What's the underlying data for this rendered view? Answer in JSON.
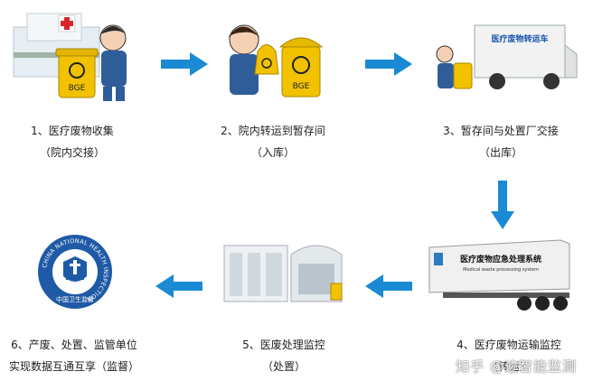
{
  "steps": [
    {
      "label": "1、医疗废物收集",
      "sub": "（院内交接）",
      "bin_text": "BGE"
    },
    {
      "label": "2、院内转运到暂存间",
      "sub": "（入库）",
      "bin_text": "BGE"
    },
    {
      "label": "3、暂存间与处置厂交接",
      "sub": "（出库）",
      "truck_text": "医疗废物转运车"
    },
    {
      "label": "4、医疗废物运输监控",
      "sub": "（转运）",
      "trailer_text": "医疗废物应急处理系统",
      "trailer_sub": "Medical waste processing system"
    },
    {
      "label": "5、医废处理监控",
      "sub": "（处置）"
    },
    {
      "label": "6、产废、处置、监管单位",
      "sub": "实现数据互通互享（监督）",
      "emblem_ring": "CHINA NATIONAL HEALTH INSPECTION",
      "emblem_bottom": "中国卫生监督"
    }
  ],
  "watermark": "知乎 @迹智能监测",
  "colors": {
    "arrow": "#1a8ad4",
    "bin": "#f2c200",
    "truck_text": "#1a56b0"
  }
}
